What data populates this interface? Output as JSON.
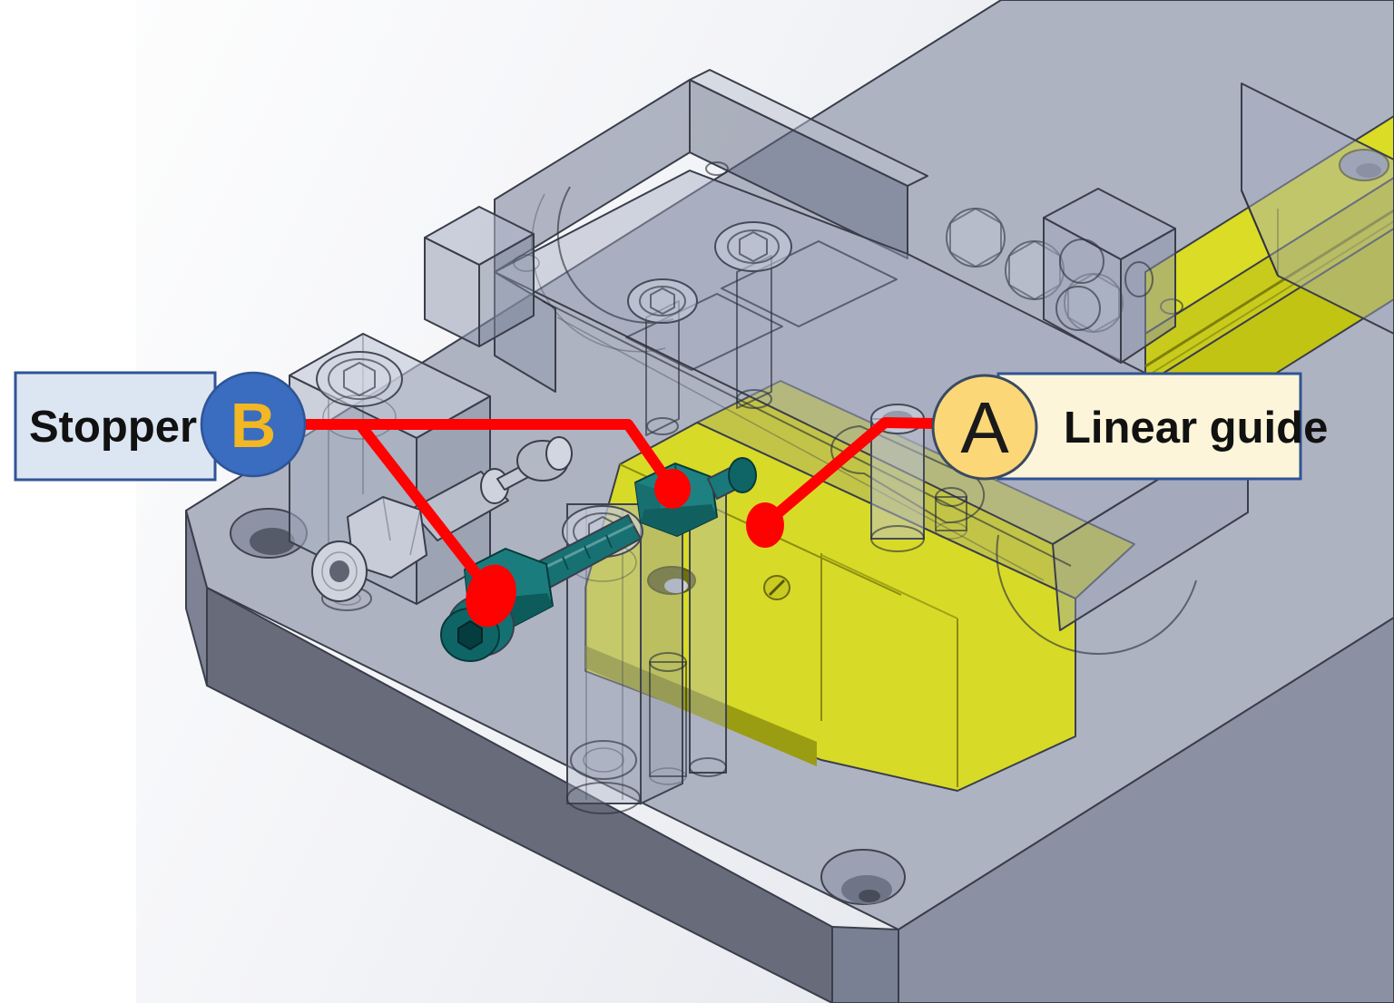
{
  "callouts": {
    "a": {
      "letter": "A",
      "label": "Linear guide",
      "circle_fill": "#fbd778",
      "circle_border": "#3a4a61",
      "letter_color": "#1a1a1a",
      "box_fill": "#fdf5d9",
      "box_border": "#2f5496"
    },
    "b": {
      "letter": "B",
      "label": "Stopper",
      "circle_fill": "#3a6cbf",
      "circle_border": "#2f5496",
      "letter_color": "#f2b722",
      "box_fill": "#dce6f2",
      "box_border": "#2f5496"
    }
  },
  "annotation": {
    "leader_color": "#fe0202"
  },
  "colors": {
    "plate_top": "#aeb3c2",
    "plate_front": "#676b7a",
    "plate_right": "#8b91a3",
    "plate_chamfer": "#7d8395",
    "rail_yellow": "#dadc25",
    "rail_front": "#c9cb1c",
    "carriage_yellow": "#d8da28",
    "carriage_shadow": "#9a9c12",
    "stopper_teal": "#1b7c7d",
    "stopper_teal_dark": "#0f6466",
    "metal_silver": "#c7ccd8",
    "background_right": "#e7eaef"
  }
}
